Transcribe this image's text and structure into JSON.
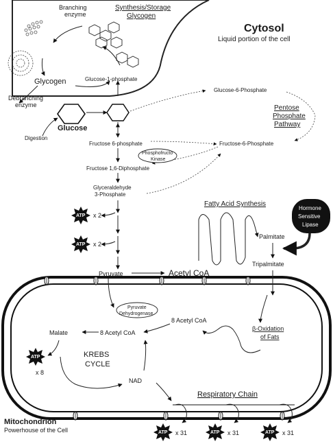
{
  "cytosol": {
    "title": "Cytosol",
    "subtitle": "Liquid portion of the cell"
  },
  "glycogen_box": {
    "title_line1": "Synthesis/Storage",
    "title_line2": "Glycogen",
    "branching_line1": "Branching",
    "branching_line2": "enzyme",
    "glycogen": "Glycogen",
    "g1p": "Glucose-1-phosphate"
  },
  "left": {
    "debranching_line1": "Debranching",
    "debranching_line2": "enzyme",
    "glucose": "Glucose",
    "digestion": "Digestion"
  },
  "glycolysis": {
    "g6p": "Glucose-6-Phosphate",
    "f6p": "Fructose 6-phosphate",
    "pfk_line1": "Phosphofructo",
    "pfk_line2": "Kinase",
    "f16dp": "Fructose 1,6-Diphosphate",
    "gap_line1": "Glyceraldehyde",
    "gap_line2": "3-Phosphate",
    "pyruvate": "Pyruvate",
    "acetyl_coa": "Acetyl CoA"
  },
  "pentose": {
    "line1": "Pentose",
    "line2": "Phosphate",
    "line3": "Pathway",
    "f6p": "Fructose-6-Phosphate"
  },
  "fatty": {
    "title": "Fatty Acid Synthesis",
    "palmitate": "Palmitate",
    "tripalmitate": "Tripalmitate",
    "hsl_line1": "Hormone",
    "hsl_line2": "Sensitive",
    "hsl_line3": "Lipase"
  },
  "atp": {
    "label": "ATP",
    "x2a": "x 2",
    "x2b": "x 2",
    "x8": "x 8",
    "x31a": "x 31",
    "x31b": "x 31",
    "x31c": "x 31"
  },
  "mito": {
    "pdh_line1": "Pyruvate",
    "pdh_line2": "Dehydrogenase",
    "acetyl8_left": "8 Acetyl CoA",
    "acetyl8_right": "8 Acetyl CoA",
    "malate": "Malate",
    "krebs_line1": "KREBS",
    "krebs_line2": "CYCLE",
    "nad": "NAD",
    "beta_line1": "β-Oxidation",
    "beta_line2": "of Fats",
    "respiratory": "Respiratory Chain",
    "title": "Mitochondrion",
    "subtitle": "Powerhouse of the Cell"
  },
  "icons": {
    "hexagon": "hexagon-icon",
    "atp_badge": "atp-starburst-icon",
    "channel": "membrane-channel-icon"
  }
}
